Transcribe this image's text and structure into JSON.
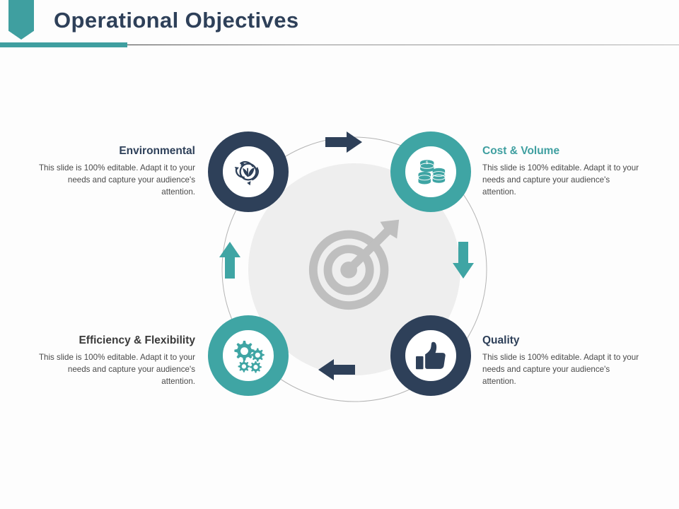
{
  "slide": {
    "title": "Operational Objectives",
    "accent_teal": "#3f9fa0",
    "accent_navy": "#2e4059",
    "center_icon": "target-arrow-icon",
    "center_icon_color": "#bfbfbf"
  },
  "diagram": {
    "type": "circular-cycle",
    "arrows": [
      {
        "name": "arrow-top",
        "direction": "right",
        "color": "#2e4059"
      },
      {
        "name": "arrow-right",
        "direction": "down",
        "color": "#3fa5a4"
      },
      {
        "name": "arrow-bottom",
        "direction": "left",
        "color": "#2e4059"
      },
      {
        "name": "arrow-left",
        "direction": "up",
        "color": "#3fa5a4"
      }
    ],
    "nodes": [
      {
        "id": "environmental",
        "title": "Environmental",
        "body": "This slide is 100% editable. Adapt it to your needs and capture your audience's attention.",
        "icon": "recycle-leaf-icon",
        "ring_color": "#2e4059",
        "title_color": "#2e4059",
        "position": "top-left"
      },
      {
        "id": "cost-volume",
        "title": "Cost & Volume",
        "body": "This slide is 100% editable. Adapt it to your needs and capture your audience's attention.",
        "icon": "coin-stacks-icon",
        "ring_color": "#3fa5a4",
        "title_color": "#3f9fa0",
        "position": "top-right"
      },
      {
        "id": "efficiency-flexibility",
        "title": "Efficiency & Flexibility",
        "body": "This slide is 100% editable. Adapt it to your needs and capture your audience's attention.",
        "icon": "gears-icon",
        "ring_color": "#3fa5a4",
        "title_color": "#3a3a3a",
        "position": "bottom-left"
      },
      {
        "id": "quality",
        "title": "Quality",
        "body": "This slide is 100% editable. Adapt it to your needs and capture your audience's attention.",
        "icon": "thumbs-up-icon",
        "ring_color": "#2e4059",
        "title_color": "#2e4059",
        "position": "bottom-right"
      }
    ]
  }
}
